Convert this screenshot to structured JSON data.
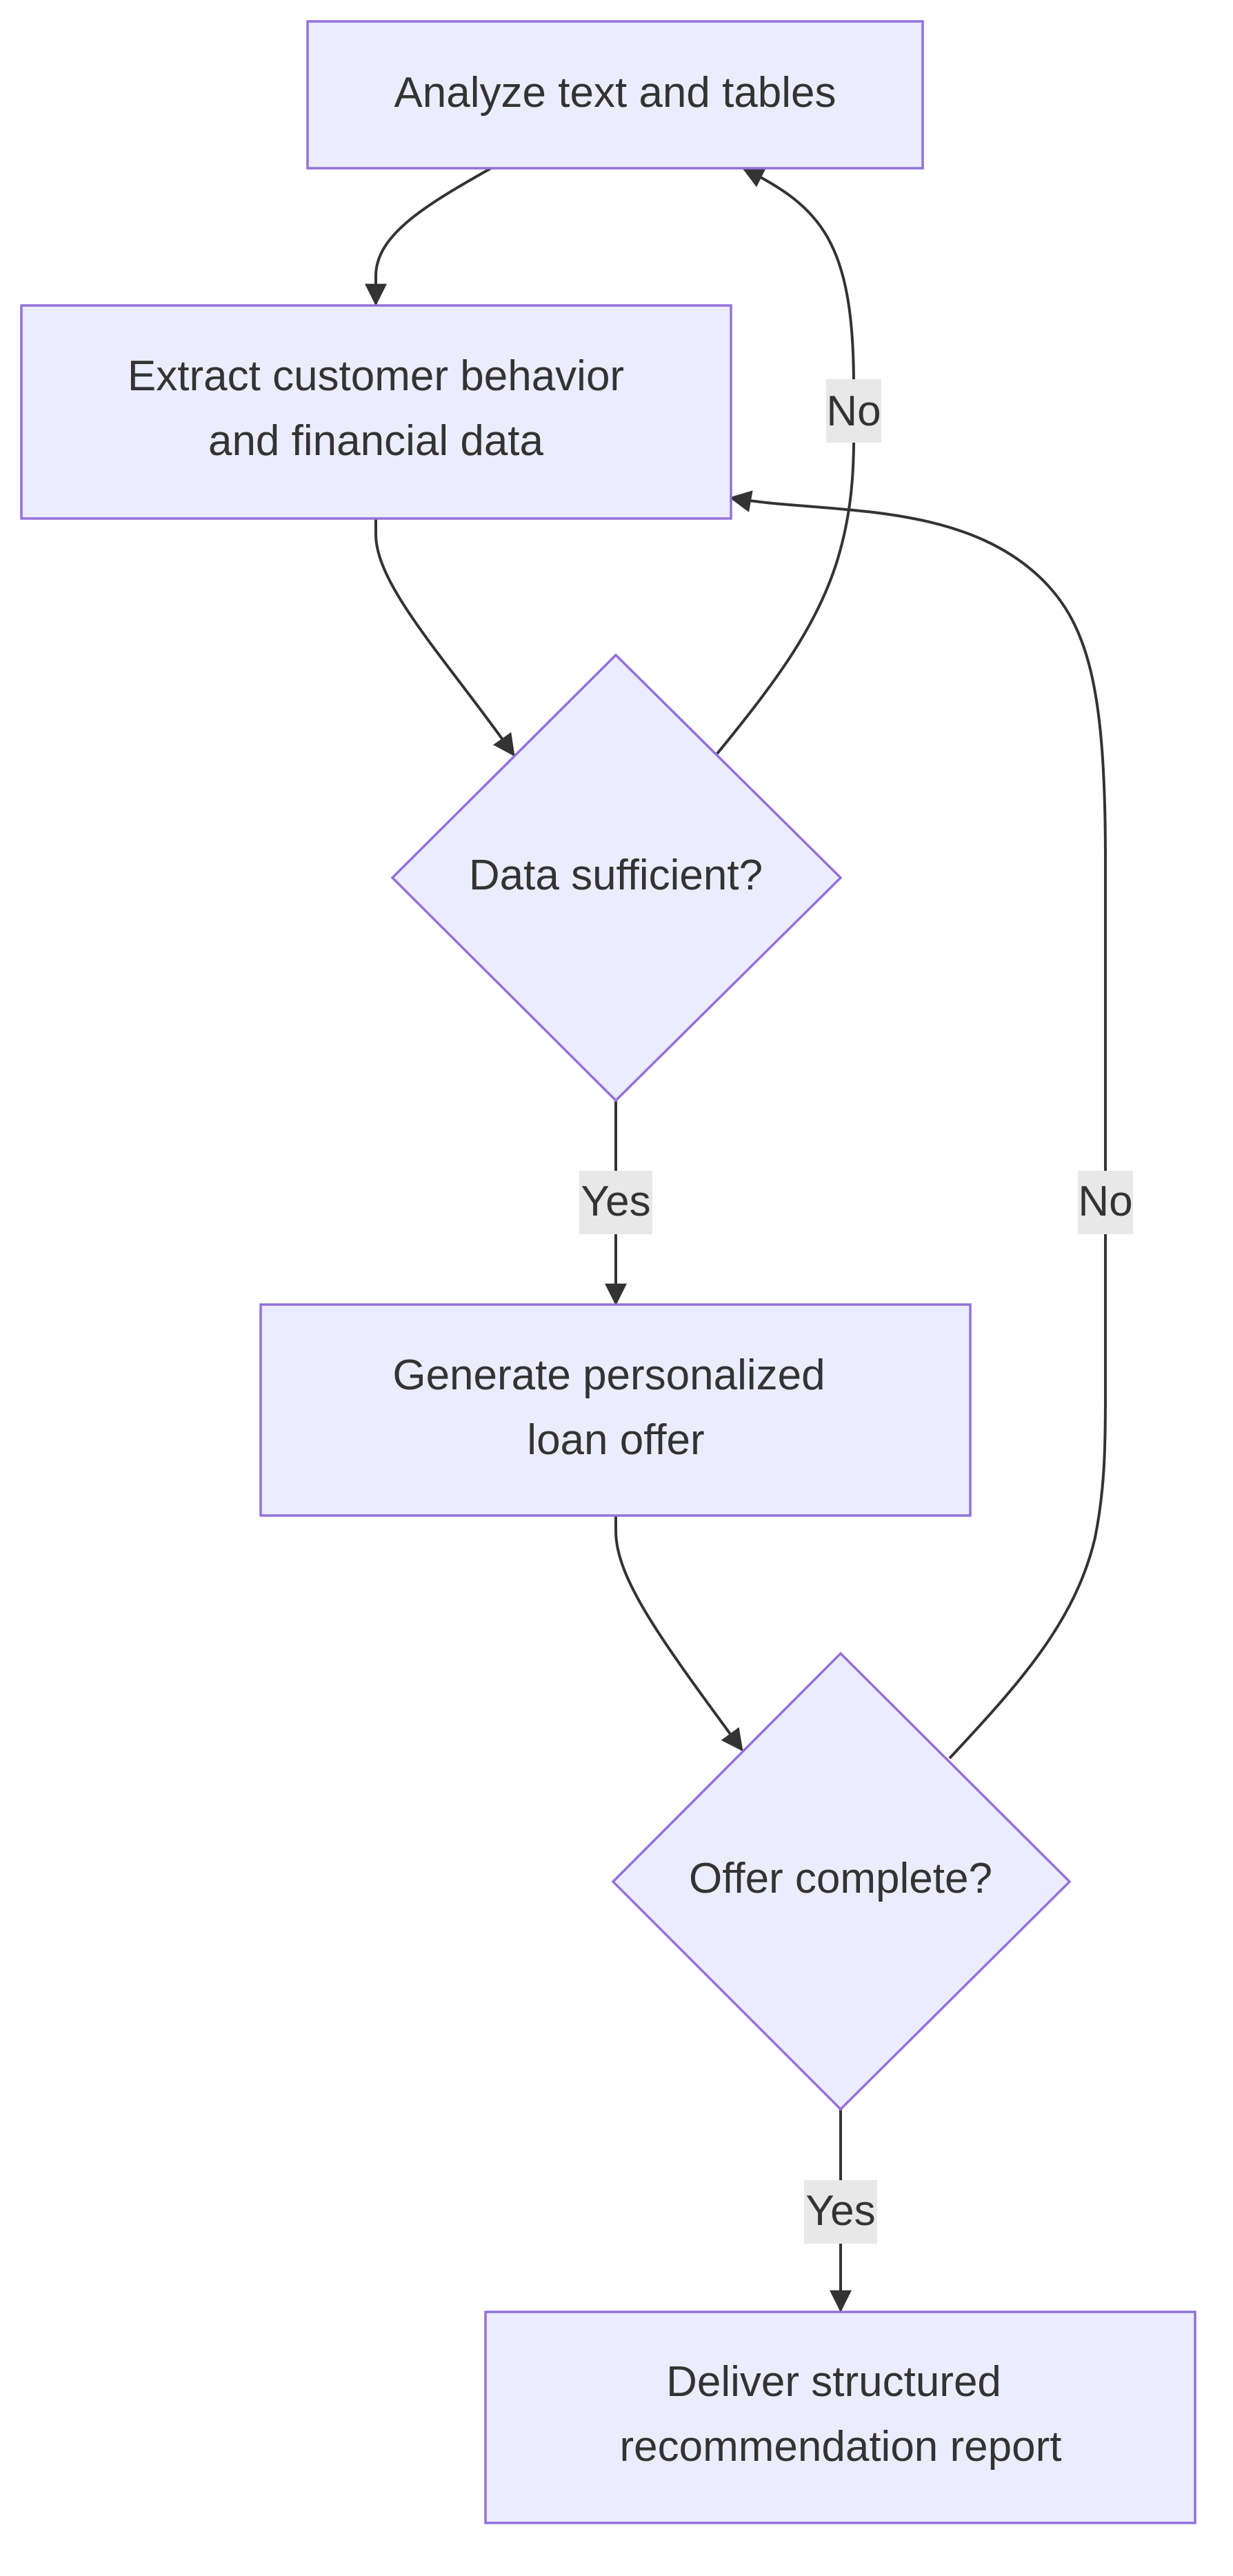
{
  "diagram": {
    "type": "flowchart",
    "colors": {
      "node_fill": "#ececff",
      "node_stroke": "#9370db",
      "edge": "#333333",
      "label_bg": "#e8e8e8",
      "text": "#333333"
    },
    "nodes": {
      "analyze": {
        "lines": [
          "Analyze text and tables"
        ]
      },
      "extract": {
        "lines": [
          "Extract customer behavior",
          "and financial data"
        ]
      },
      "sufficient": {
        "lines": [
          "Data sufficient?"
        ]
      },
      "generate": {
        "lines": [
          "Generate personalized",
          "loan offer"
        ]
      },
      "complete": {
        "lines": [
          "Offer complete?"
        ]
      },
      "deliver": {
        "lines": [
          "Deliver structured",
          "recommendation report"
        ]
      }
    },
    "edges": {
      "analyze_to_extract": {
        "from": "analyze",
        "to": "extract",
        "label": ""
      },
      "extract_to_sufficient": {
        "from": "extract",
        "to": "sufficient",
        "label": ""
      },
      "sufficient_no": {
        "from": "sufficient",
        "to": "analyze",
        "label": "No"
      },
      "sufficient_yes": {
        "from": "sufficient",
        "to": "generate",
        "label": "Yes"
      },
      "generate_to_complete": {
        "from": "generate",
        "to": "complete",
        "label": ""
      },
      "complete_no": {
        "from": "complete",
        "to": "extract",
        "label": "No"
      },
      "complete_yes": {
        "from": "complete",
        "to": "deliver",
        "label": "Yes"
      }
    }
  }
}
